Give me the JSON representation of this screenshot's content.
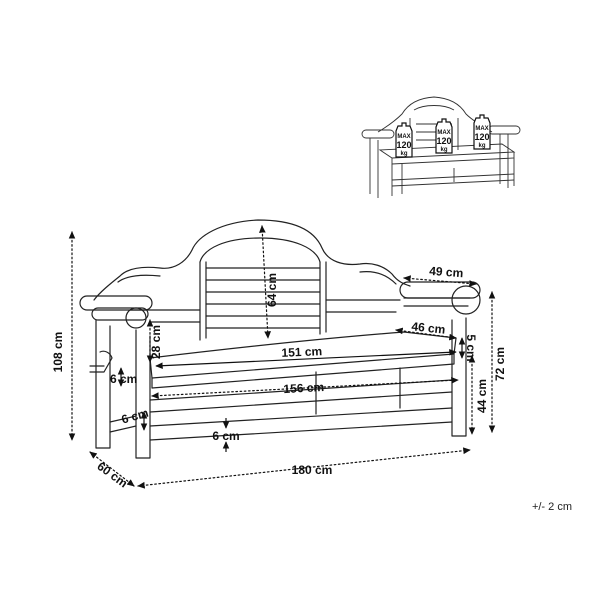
{
  "thumbnail": {
    "weights": [
      {
        "max": "MAX",
        "value": "120",
        "unit": "kg"
      },
      {
        "max": "MAX",
        "value": "120",
        "unit": "kg"
      },
      {
        "max": "MAX",
        "value": "120",
        "unit": "kg"
      }
    ]
  },
  "dimensions": {
    "overall_height": "108 cm",
    "back_height": "64 cm",
    "backrest_height": "28 cm",
    "armrest_length": "49 cm",
    "seat_depth": "46 cm",
    "seat_width": "151 cm",
    "seat_thickness": "5 cm",
    "cushion_thickness": "6 cm",
    "inner_width": "156 cm",
    "arm_height": "72 cm",
    "seat_height": "44 cm",
    "stretcher_front": "6 cm",
    "stretcher_bottom": "6 cm",
    "depth": "60 cm",
    "overall_width": "180 cm"
  },
  "tolerance": "+/- 2 cm"
}
